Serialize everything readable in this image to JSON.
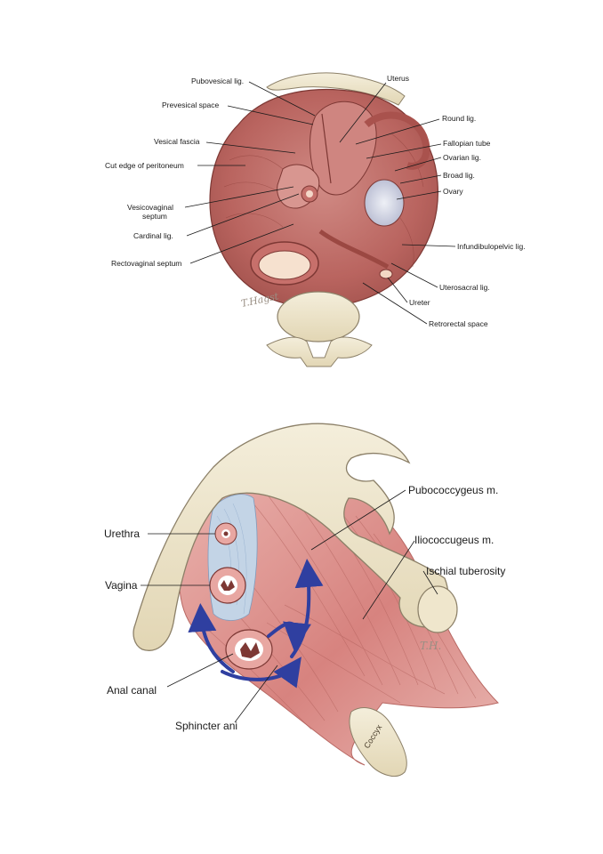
{
  "top_figure": {
    "labels": {
      "pubovesical": "Pubovesical lig.",
      "prevesical": "Prevesical space",
      "vesical_fascia": "Vesical fascia",
      "cut_edge": "Cut edge of peritoneum",
      "vesicovaginal_1": "Vesicovaginal",
      "vesicovaginal_2": "septum",
      "cardinal": "Cardinal lig.",
      "rectovaginal": "Rectovaginal septum",
      "uterus": "Uterus",
      "round": "Round lig.",
      "fallopian": "Fallopian tube",
      "ovarian": "Ovarian lig.",
      "broad": "Broad lig.",
      "ovary": "Ovary",
      "infundibulopelvic": "Infundibulopelvic lig.",
      "uterosacral": "Uterosacral lig.",
      "ureter": "Ureter",
      "retrorectal": "Retrorectal space"
    },
    "signature": "T.Hagst"
  },
  "bottom_figure": {
    "labels": {
      "pubococcygeus": "Pubococcygeus m.",
      "iliococcygeus": "Iliococcugeus m.",
      "ischial": "Ischial tuberosity",
      "urethra": "Urethra",
      "vagina": "Vagina",
      "anal_canal": "Anal canal",
      "sphincter": "Sphincter ani",
      "coccyx": "Coccyx"
    },
    "signature": "T.H."
  },
  "colors": {
    "muscle": "#c9716d",
    "muscle_light": "#e7a9a4",
    "bone": "#efe6cc",
    "bone_outline": "#8c8068",
    "fascia": "#bcd0e4",
    "arrow": "#2f3fa0"
  }
}
